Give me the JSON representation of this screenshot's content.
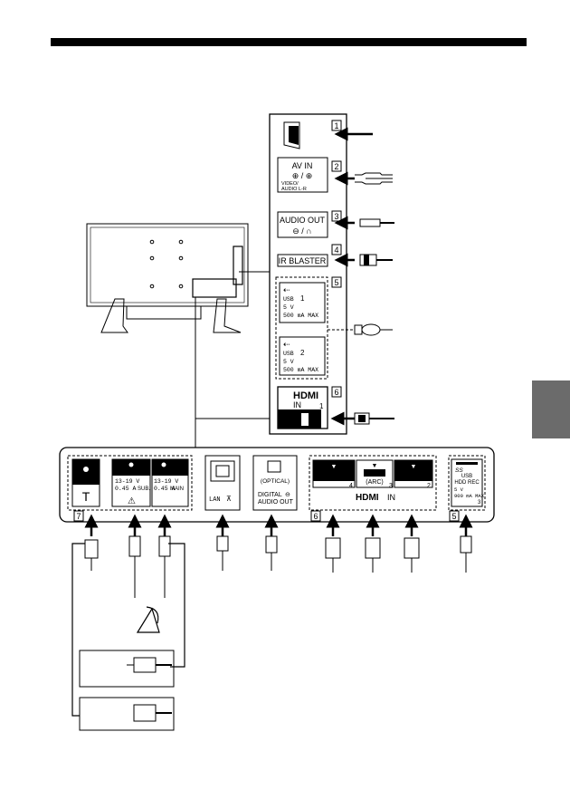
{
  "side_panel": {
    "items": [
      {
        "num": "1"
      },
      {
        "num": "2",
        "label": "AV IN",
        "sub": "VIDEO/\nAUDIO L-R",
        "icon": "av-in-icon"
      },
      {
        "num": "3",
        "label": "AUDIO OUT",
        "icon": "headphone-icon"
      },
      {
        "num": "4",
        "label": "IR BLASTER"
      },
      {
        "num": "5",
        "usb1": {
          "label": "USB",
          "port": "1",
          "power": "5 V",
          "current": "500 mA MAX"
        },
        "usb2": {
          "label": "USB",
          "port": "2",
          "power": "5 V",
          "current": "500 mA MAX"
        }
      },
      {
        "num": "6",
        "label": "HDMI",
        "sub": "IN",
        "port": "1"
      }
    ]
  },
  "bottom_panel": {
    "satellite_sub": {
      "voltage": "13-19 V",
      "current": "0.45 A",
      "tag": "SUB."
    },
    "satellite_main": {
      "voltage": "13-19 V",
      "current": "0.45 A",
      "tag": "MAIN"
    },
    "lan": {
      "label": "LAN"
    },
    "optical": {
      "top": "(OPTICAL)",
      "label": "DIGITAL",
      "label2": "AUDIO OUT"
    },
    "hdmi": {
      "ports": [
        "4",
        "3",
        "2"
      ],
      "arc": "(ARC)",
      "label": "HDMI",
      "label_in": "IN"
    },
    "usb3": {
      "brand": "SS",
      "label": "USB",
      "label2": "HDD REC",
      "power": "5 V",
      "current": "900 mA MAX",
      "port": "3"
    },
    "group_nums": {
      "antenna": "7",
      "hdmi": "6",
      "usb": "5"
    }
  },
  "colors": {
    "line": "#000000",
    "tab": "#6b6b6b"
  }
}
